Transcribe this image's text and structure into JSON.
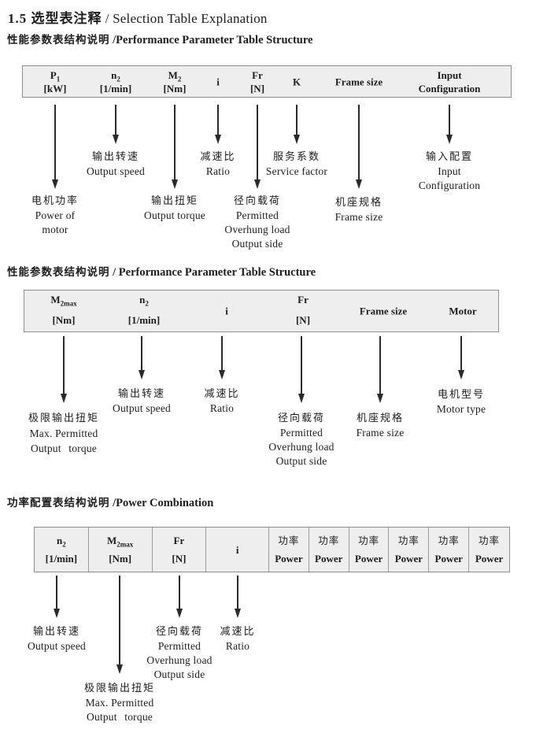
{
  "title": {
    "zh": "1.5 选型表注释",
    "en": "/ Selection Table Explanation"
  },
  "s1": {
    "heading": {
      "zh": "性能参数表结构说明",
      "en": "/Performance Parameter Table Structure"
    },
    "table": {
      "p1": {
        "sym": "P",
        "sub": "1",
        "unit": "[kW]"
      },
      "n2": {
        "sym": "n",
        "sub": "2",
        "unit": "[1/min]"
      },
      "m2": {
        "sym": "M",
        "sub": "2",
        "unit": "[Nm]"
      },
      "i": "i",
      "fr": {
        "sym": "Fr",
        "unit": "[N]"
      },
      "k": "K",
      "frame": "Frame size",
      "input": {
        "l1": "Input",
        "l2": "Configuration"
      }
    },
    "callouts": [
      {
        "cn": "电机功率",
        "en": [
          "Power of",
          "motor"
        ]
      },
      {
        "cn": "输出转速",
        "en": [
          "Output speed"
        ]
      },
      {
        "cn": "输出扭矩",
        "en": [
          "Output torque"
        ]
      },
      {
        "cn": "减速比",
        "en": [
          "Ratio"
        ]
      },
      {
        "cn": "径向载荷",
        "en": [
          "Permitted",
          "Overhung load",
          "Output side"
        ]
      },
      {
        "cn": "服务系数",
        "en": [
          "Service factor"
        ]
      },
      {
        "cn": "机座规格",
        "en": [
          "Frame size"
        ]
      },
      {
        "cn": "输入配置",
        "en": [
          "Input",
          "Configuration"
        ]
      }
    ]
  },
  "s2": {
    "heading": {
      "zh": "性能参数表结构说明",
      "en": "/ Performance Parameter Table Structure"
    },
    "table": {
      "m2max": {
        "sym": "M",
        "sub": "2max",
        "unit": "[Nm]"
      },
      "n2": {
        "sym": "n",
        "sub": "2",
        "unit": "[1/min]"
      },
      "i": "i",
      "fr": {
        "sym": "Fr",
        "unit": "[N]"
      },
      "frame": "Frame size",
      "motor": "Motor"
    },
    "callouts": [
      {
        "cn": "极限输出扭矩",
        "en": [
          "Max. Permitted",
          "Output  torque"
        ]
      },
      {
        "cn": "输出转速",
        "en": [
          "Output speed"
        ]
      },
      {
        "cn": "减速比",
        "en": [
          "Ratio"
        ]
      },
      {
        "cn": "径向载荷",
        "en": [
          "Permitted",
          "Overhung load",
          "Output side"
        ]
      },
      {
        "cn": "机座规格",
        "en": [
          "Frame size"
        ]
      },
      {
        "cn": "电机型号",
        "en": [
          "Motor type"
        ]
      }
    ]
  },
  "s3": {
    "heading": {
      "zh": "功率配置表结构说明",
      "en": "/Power Combination"
    },
    "table": {
      "n2": {
        "sym": "n",
        "sub": "2",
        "unit": "[1/min]"
      },
      "m2max": {
        "sym": "M",
        "sub": "2max",
        "unit": "[Nm]"
      },
      "fr": {
        "sym": "Fr",
        "unit": "[N]"
      },
      "i": "i",
      "power_cols": [
        {
          "cn": "功率",
          "en": "Power"
        },
        {
          "cn": "功率",
          "en": "Power"
        },
        {
          "cn": "功率",
          "en": "Power"
        },
        {
          "cn": "功率",
          "en": "Power"
        },
        {
          "cn": "功率",
          "en": "Power"
        },
        {
          "cn": "功率",
          "en": "Power"
        }
      ]
    },
    "callouts": [
      {
        "cn": "输出转速",
        "en": [
          "Output speed"
        ]
      },
      {
        "cn": "极限输出扭矩",
        "en": [
          "Max. Permitted",
          "Output  torque"
        ]
      },
      {
        "cn": "径向载荷",
        "en": [
          "Permitted",
          "Overhung load",
          "Output side"
        ]
      },
      {
        "cn": "减速比",
        "en": [
          "Ratio"
        ]
      }
    ]
  }
}
